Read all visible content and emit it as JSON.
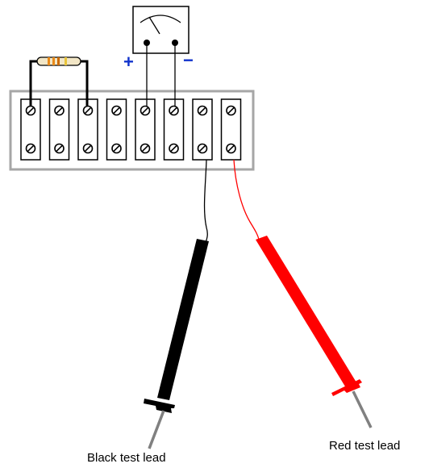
{
  "labels": {
    "black_lead": "Black test lead",
    "red_lead": "Red test lead"
  },
  "meter": {
    "positive_sign": "+",
    "negative_sign": "−"
  },
  "terminal_strip": {
    "terminal_count": 8
  },
  "colors": {
    "polarity_signs": "#1133cc",
    "black_lead": "#000000",
    "red_lead": "#ff0000",
    "probe_tip": "#808080",
    "strip_border": "#a6a6a6"
  },
  "icons": [
    "meter-icon",
    "resistor-icon",
    "screw-icon",
    "black-probe-icon",
    "red-probe-icon"
  ]
}
